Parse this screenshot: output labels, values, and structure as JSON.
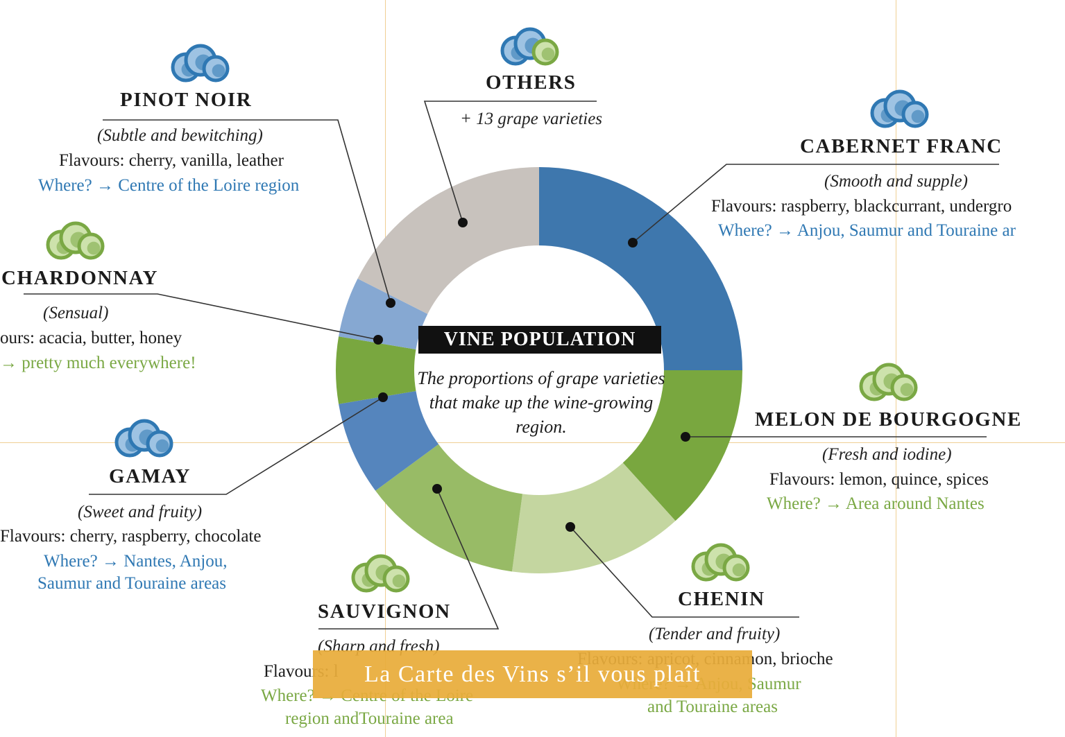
{
  "chart_data": {
    "type": "pie",
    "title": "VINE POPULATION",
    "subtitle": "The proportions of grape varieties that make up the wine-growing region.",
    "slices": [
      {
        "key": "cabernet",
        "value": 23.5,
        "color": "#3e77ad"
      },
      {
        "key": "melon",
        "value": 12.5,
        "color": "#79a73f"
      },
      {
        "key": "chenin",
        "value": 13,
        "color": "#c4d6a0"
      },
      {
        "key": "sauvignon",
        "value": 12,
        "color": "#98bb66"
      },
      {
        "key": "gamay",
        "value": 7,
        "color": "#5585bd"
      },
      {
        "key": "chardonnay",
        "value": 5,
        "color": "#79a73f"
      },
      {
        "key": "pinot",
        "value": 4.5,
        "color": "#86a8d2"
      },
      {
        "key": "others",
        "value": 16.5,
        "color": "#c8c2bd"
      }
    ],
    "varieties": {
      "pinot": {
        "name": "PINOT NOIR",
        "desc": "(Subtle and bewitching)",
        "flavours": "Flavours: cherry, vanilla, leather",
        "where": "Where? → Centre of the Loire region"
      },
      "others": {
        "name": "OTHERS",
        "desc": "+ 13 grape varieties"
      },
      "cabernet": {
        "name": "CABERNET FRANC",
        "desc": "(Smooth and supple)",
        "flavours": "Flavours: raspberry, blackcurrant, undergro",
        "where": "Where? → Anjou, Saumur and Touraine ar"
      },
      "chardonnay": {
        "name": "CHARDONNAY",
        "desc": "(Sensual)",
        "flavours": "ours: acacia, butter, honey",
        "where": "→ pretty much everywhere!"
      },
      "melon": {
        "name": "MELON DE BOURGOGNE",
        "desc": "(Fresh and iodine)",
        "flavours": "Flavours: lemon, quince, spices",
        "where": "Where? → Area around  Nantes"
      },
      "gamay": {
        "name": "GAMAY",
        "desc": "(Sweet and fruity)",
        "flavours": "Flavours: cherry, raspberry, chocolate",
        "where1": "Where? → Nantes, Anjou,",
        "where2": "Saumur and Touraine areas"
      },
      "sauvignon": {
        "name": "SAUVIGNON",
        "desc": "(Sharp and fresh)",
        "flavours": "Flavours: l",
        "where1": "Where? → Centre of the Loire",
        "where2": "region andTouraine area"
      },
      "chenin": {
        "name": "CHENIN",
        "desc": "(Tender and fruity)",
        "flavours": "Flavours: apricot, cinnamon, brioche",
        "where1": "Where? → Anjou, Saumur",
        "where2": "and Touraine areas"
      }
    }
  },
  "banner": {
    "text": "La Carte des Vins s’il vous plaît"
  },
  "colors": {
    "red_grape": "#2f78b3",
    "white_grape": "#7aa844",
    "leader": "#333333",
    "guide": "#f0cf93",
    "banner": "#e8ac3a"
  }
}
